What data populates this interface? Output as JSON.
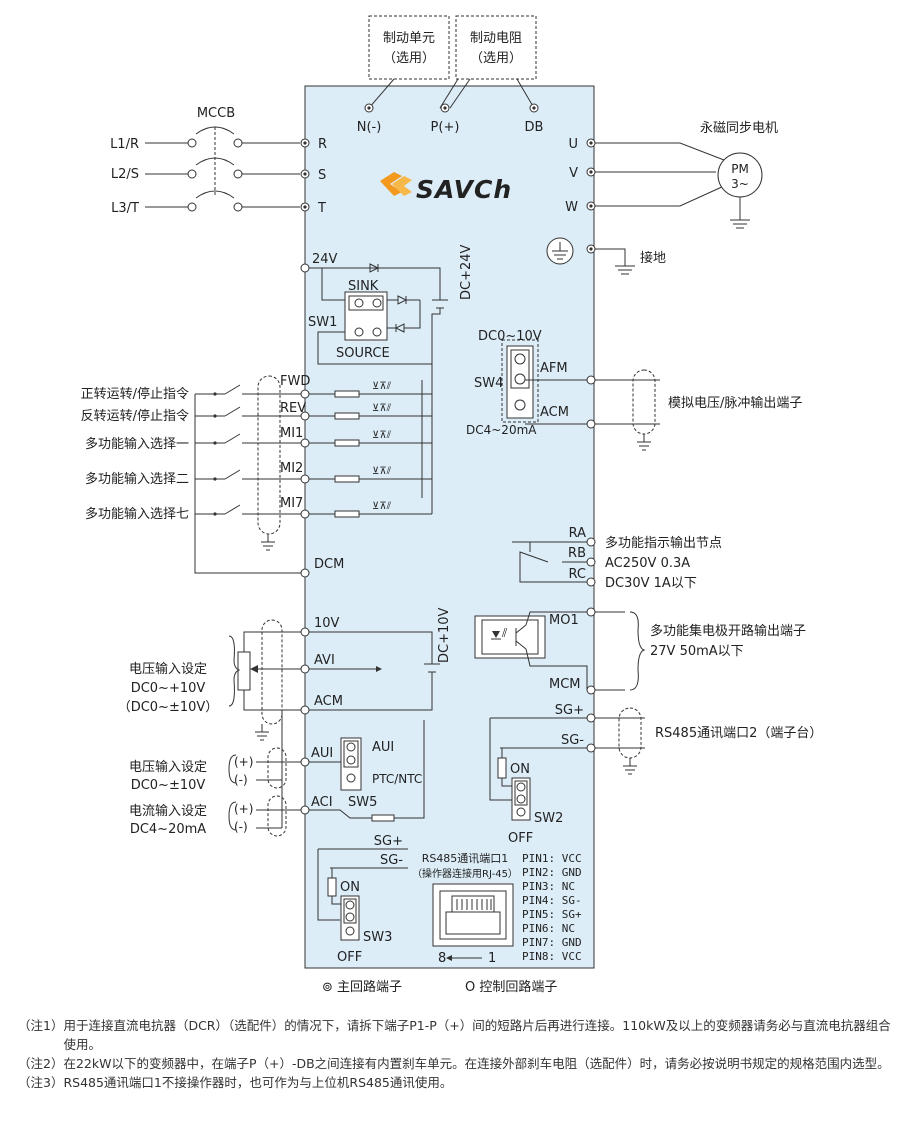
{
  "brand": {
    "name": "SAVCH",
    "logo_text": "SAVCh",
    "colors": {
      "logo_orange": "#f39a1e",
      "logo_dark": "#1d1d1d",
      "panel": "#dcedf8"
    }
  },
  "top": {
    "braking_unit": [
      "制动单元",
      "（选用）"
    ],
    "braking_resistor": [
      "制动电阻",
      "（选用）"
    ],
    "terminals": [
      "N(-)",
      "P(+)",
      "DB"
    ]
  },
  "input": {
    "breaker": "MCCB",
    "phases": [
      "L1/R",
      "L2/S",
      "L3/T"
    ],
    "terminals": [
      "R",
      "S",
      "T"
    ]
  },
  "output": {
    "terminals": [
      "U",
      "V",
      "W"
    ],
    "motor_label": "永磁同步电机",
    "motor": [
      "PM",
      "3~"
    ],
    "ground_label": "接地"
  },
  "dc24": {
    "label": "DC+24V",
    "terminal": "24V",
    "sink": "SINK",
    "source": "SOURCE",
    "sw": "SW1"
  },
  "digital_inputs": [
    {
      "desc": "正转运转/停止指令",
      "terminal": "FWD"
    },
    {
      "desc": "反转运转/停止指令",
      "terminal": "REV"
    },
    {
      "desc": "多功能输入选择一",
      "terminal": "MI1"
    },
    {
      "desc": "多功能输入选择二",
      "terminal": "MI2"
    },
    {
      "desc": "多功能输入选择七",
      "terminal": "MI7"
    }
  ],
  "dcm": "DCM",
  "analog_out": {
    "dc_range": "DC0~10V",
    "ma_range": "DC4~20mA",
    "sw": "SW4",
    "afm": "AFM",
    "acm": "ACM",
    "desc": "模拟电压/脉冲输出端子"
  },
  "relay": {
    "terminals": [
      "RA",
      "RB",
      "RC"
    ],
    "desc": [
      "多功能指示输出节点",
      "AC250V  0.3A",
      "DC30V  1A以下"
    ]
  },
  "mo": {
    "terminals": [
      "MO1",
      "MCM"
    ],
    "desc": [
      "多功能集电极开路输出端子",
      "27V 50mA以下"
    ]
  },
  "rs485_2": {
    "sg_plus": "SG+",
    "sg_minus": "SG-",
    "desc": "RS485通讯端口2（端子台）",
    "on": "ON",
    "off": "OFF",
    "sw": "SW2"
  },
  "analog_in": {
    "dc10": "DC+10V",
    "terminals": [
      "10V",
      "AVI",
      "ACM",
      "AUI",
      "ACI"
    ],
    "v1": [
      "电压输入设定",
      "DC0~+10V",
      "（DC0~±10V）"
    ],
    "v2": [
      "电压输入设定",
      "DC0~±10V"
    ],
    "i": [
      "电流输入设定",
      "DC4~20mA"
    ],
    "plus": "(+)",
    "minus": "(-)",
    "aui_sw": "AUI",
    "ptc": "PTC/NTC",
    "sw5": "SW5"
  },
  "rs485_1": {
    "sg_plus": "SG+",
    "sg_minus": "SG-",
    "on": "ON",
    "off": "OFF",
    "sw": "SW3",
    "title": "RS485通讯端口1",
    "subtitle": "（操作器连接用RJ-45）",
    "pins": [
      "PIN1: VCC",
      "PIN2: GND",
      "PIN3: NC",
      "PIN4: SG-",
      "PIN5: SG+",
      "PIN6: NC",
      "PIN7: GND",
      "PIN8: VCC"
    ],
    "pin_range": [
      "8",
      "1"
    ]
  },
  "legend": {
    "main": "⊚ 主回路端子",
    "control": "O 控制回路端子"
  },
  "notes": [
    {
      "tag": "（注1）",
      "text": "用于连接直流电抗器（DCR）（选配件）的情况下，请拆下端子P1-P（+）间的短路片后再进行连接。110kW及以上的变频器请务必与直流电抗器组合使用。"
    },
    {
      "tag": "（注2）",
      "text": "在22kW以下的变频器中，在端子P（+）-DB之间连接有内置刹车单元。在连接外部刹车电阻（选配件）时，请务必按说明书规定的规格范围内选型。"
    },
    {
      "tag": "（注3）",
      "text": "RS485通讯端口1不接操作器时，也可作为与上位机RS485通讯使用。"
    }
  ]
}
